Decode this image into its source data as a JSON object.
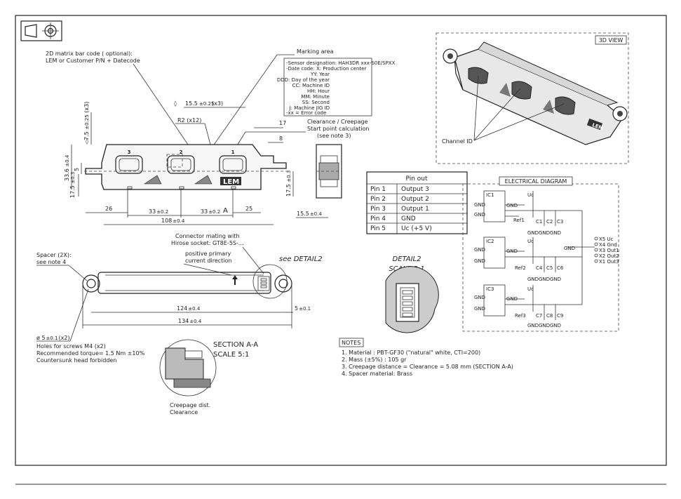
{
  "views": {
    "three_d_label": "3D VIEW",
    "channel_id": "Channel ID",
    "marking_area_label": "Marking area",
    "marking_lines": [
      "-Sensor designation: HAH3DR xxx-S0E/SPXX",
      "-Date code:   X: Production center",
      "YY: Year",
      "DDD: Day of the year",
      "CC: Machine ID",
      "HH: Hour",
      "MM: Minute",
      "SS: Second",
      "J: Machine JIG ID",
      "-xx = Error code"
    ],
    "barcode_note_1": "2D matrix bar code ( optional):",
    "barcode_note_2": "LEM or Customer P/N + Datecode",
    "clearance_1": "Clearance / Creepage",
    "clearance_2": "Start point calculation",
    "clearance_3": "(see note 3)",
    "channel_numbers": [
      "3",
      "2",
      "1"
    ],
    "logo": "LEM"
  },
  "dimensions": {
    "d155": "15.5",
    "d155_tol": "±0.25",
    "d155_x3": "(x3)",
    "d75": "7.5",
    "d75_tol": "±0.25",
    "d75_x3": "(x3)",
    "r2": "R2  (x12)",
    "d17": "17",
    "d8": "8",
    "d336": "33.6",
    "d336_tol": "±0.4",
    "d5": "5",
    "d175a": "17.5",
    "d175a_tol": "±0.3",
    "d175b": "17.5",
    "d175b_tol": "±0.3",
    "d26": "26",
    "d33a": "33",
    "d33a_tol": "±0.2",
    "d33b": "33",
    "d33b_tol": "±0.2",
    "a_mark": "A",
    "d25": "25",
    "d108": "108",
    "d108_tol": "±0.4",
    "d155b": "15.5",
    "d155b_tol": "±0.4",
    "d124": "124",
    "d124_tol": "±0.4",
    "d134": "134",
    "d134_tol": "±0.4",
    "dr5": "5",
    "dr5_tol": "±0.1",
    "dia5": "ø 5",
    "dia5_tol": "±0.1",
    "dia5_x2": "(x2)"
  },
  "pinout": {
    "title": "Pin out",
    "rows": [
      {
        "pin": "Pin 1",
        "signal": "Output 3"
      },
      {
        "pin": "Pin 2",
        "signal": "Output 2"
      },
      {
        "pin": "Pin 3",
        "signal": "Output 1"
      },
      {
        "pin": "Pin 4",
        "signal": "GND"
      },
      {
        "pin": "Pin 5",
        "signal": "Uc  (+5 V)"
      }
    ]
  },
  "electrical": {
    "title": "ELECTRICAL DIAGRAM",
    "ics": [
      "IC1",
      "IC2",
      "IC3"
    ],
    "refs": [
      "Ref1",
      "Ref2",
      "Ref3"
    ],
    "caps": [
      "C1",
      "C2",
      "C3",
      "C4",
      "C5",
      "C6",
      "C7",
      "C8",
      "C9"
    ],
    "gnd": "GND",
    "uc": "Uc",
    "connector_pins": [
      "X5 Uc",
      "X4 Gnd",
      "X3 Out1",
      "X2 Out2",
      "X1 Out3"
    ]
  },
  "bottom_view": {
    "connector_1": "Connector mating with",
    "connector_2": "Hirose socket: GT8E-5S-...",
    "see_detail": "see DETAIL2",
    "current_1": "positive primary",
    "current_2": "current direction",
    "spacer_1": "Spacer (2X):",
    "spacer_2": "see note 4",
    "holes_1": "Holes for screws M4 (x2)",
    "holes_2": "Recommended torque= 1.5 Nm ±10%",
    "holes_3": "Countersunk head forbidden"
  },
  "detail2": {
    "title": "DETAIL2",
    "scale": "SCALE 2:1"
  },
  "section": {
    "title": "SECTION A-A",
    "scale": "SCALE 5:1",
    "caption_1": "Creepage dist.",
    "caption_2": "Clearance"
  },
  "notes": {
    "heading": "NOTES",
    "items": [
      "1. Material : PBT-GF30 (\"natural\" white, CTI=200)",
      "2. Mass (±5%) : 105 gr",
      "3. Creepage distance = Clearance = 5.08 mm (SECTION A-A)",
      "4. Spacer material: Brass"
    ]
  }
}
